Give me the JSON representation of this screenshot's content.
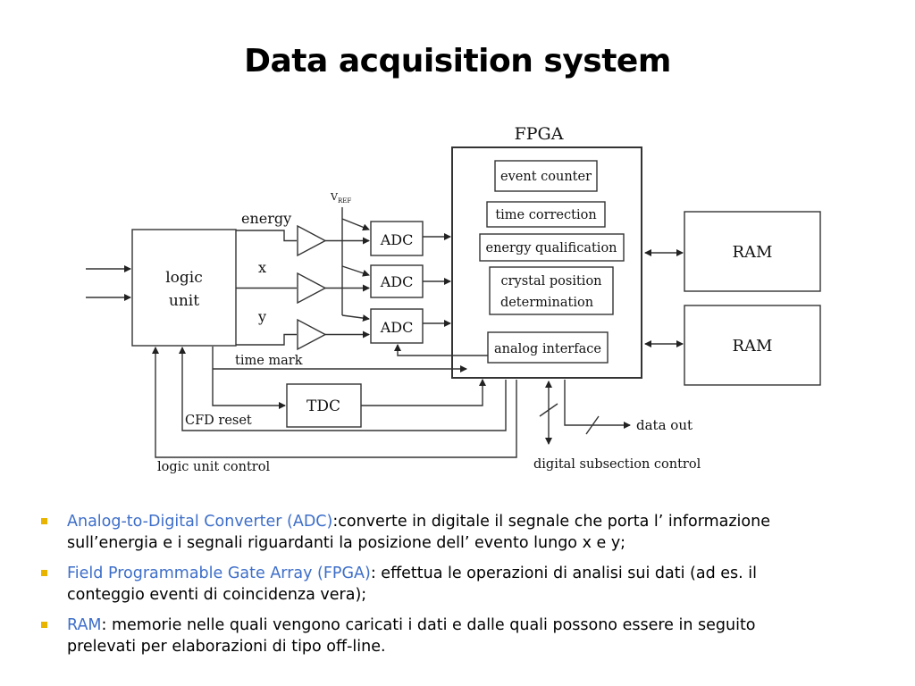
{
  "slide": {
    "title": "Data acquisition system"
  },
  "diagram": {
    "fpga_label": "FPGA",
    "fpga_blocks": [
      "event counter",
      "time correction",
      "energy qualification",
      "crystal position",
      "determination",
      "analog interface"
    ],
    "logic_unit": [
      "logic",
      "unit"
    ],
    "signals": {
      "energy": "energy",
      "x": "x",
      "y": "y",
      "time_mark": "time mark",
      "vref": "V",
      "vref_sub": "REF"
    },
    "adc_label": "ADC",
    "tdc_label": "TDC",
    "ram_label": "RAM",
    "cfd_reset": "CFD reset",
    "logic_unit_control": "logic unit control",
    "data_out": "data out",
    "digital_subsection_control": "digital subsection control"
  },
  "bullets": [
    {
      "term": "Analog-to-Digital Converter (ADC)",
      "line1": ":converte in digitale il segnale che porta l’ informazione",
      "line2": "sull’energia e i segnali riguardanti la posizione dell’ evento lungo x e y;"
    },
    {
      "term": "Field Programmable Gate Array (FPGA)",
      "line1": ": effettua le operazioni di analisi sui dati (ad es. il",
      "line2": "conteggio eventi di coincidenza vera);"
    },
    {
      "term": "RAM",
      "line1": ": memorie nelle quali vengono caricati i dati e dalle quali possono essere in seguito",
      "line2": "prelevati per elaborazioni di tipo off-line."
    }
  ]
}
